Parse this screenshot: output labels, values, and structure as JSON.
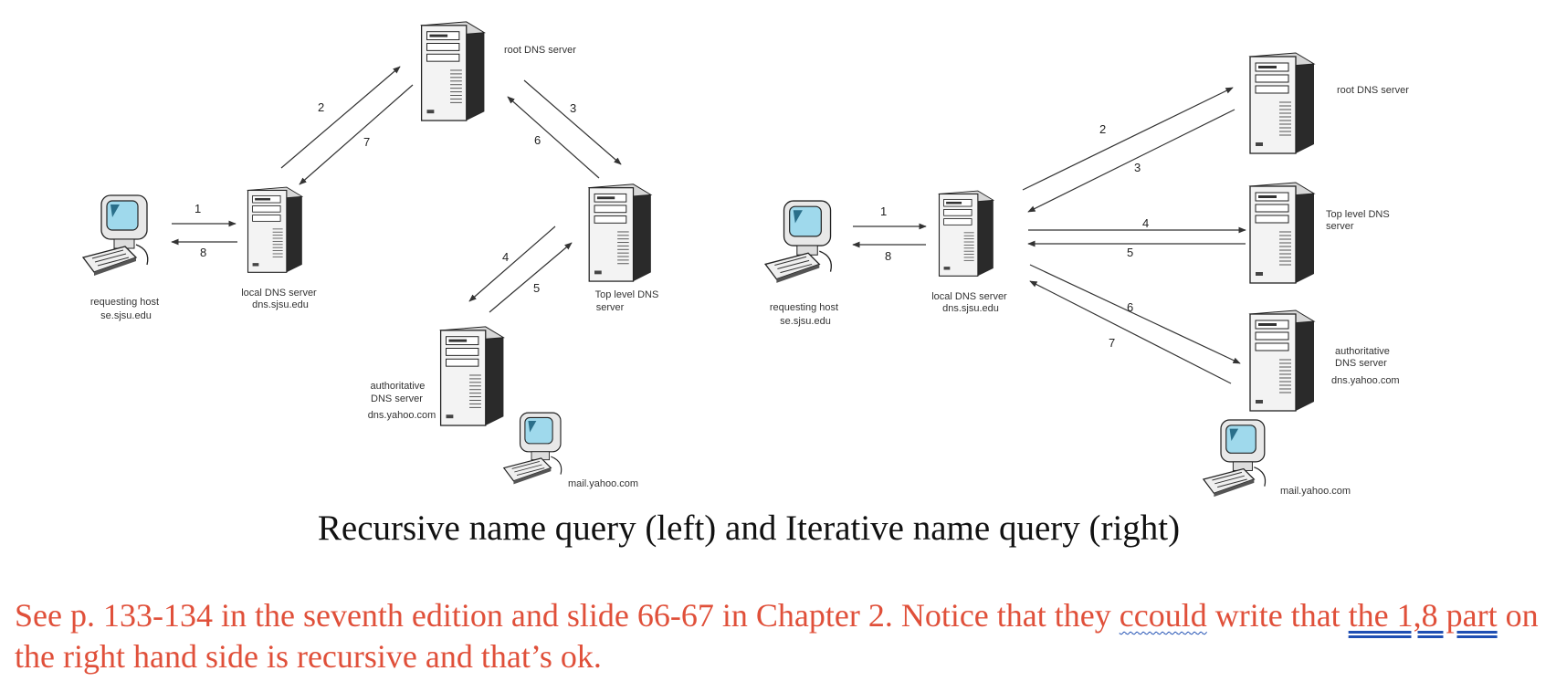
{
  "left": {
    "host_label": [
      "requesting host",
      "se.sjsu.edu"
    ],
    "local_label": [
      "local DNS server",
      "dns.sjsu.edu"
    ],
    "root_label": [
      "root DNS server"
    ],
    "tld_label": [
      "Top level DNS",
      "server"
    ],
    "auth_label": [
      "authoritative",
      "DNS server",
      "dns.yahoo.com"
    ],
    "mail_label": [
      "mail.yahoo.com"
    ],
    "steps": [
      "1",
      "2",
      "3",
      "4",
      "5",
      "6",
      "7",
      "8"
    ]
  },
  "right": {
    "host_label": [
      "requesting host",
      "se.sjsu.edu"
    ],
    "local_label": [
      "local DNS server",
      "dns.sjsu.edu"
    ],
    "root_label": [
      "root DNS server"
    ],
    "tld_label": [
      "Top level DNS",
      "server"
    ],
    "auth_label": [
      "authoritative",
      "DNS server",
      "dns.yahoo.com"
    ],
    "mail_label": [
      "mail.yahoo.com"
    ],
    "steps": [
      "1",
      "2",
      "3",
      "4",
      "5",
      "6",
      "7",
      "8"
    ]
  },
  "caption": "Recursive name query (left) and Iterative name query (right)",
  "note": {
    "part1": "See p. 133-134 in the seventh edition and slide 66-67 in Chapter 2. Notice that they ",
    "wavy_word": "ccould",
    "part2": " write that ",
    "underlined": "the 1,8 part",
    "part3": " on the right hand side is recursive and that’s ok."
  }
}
